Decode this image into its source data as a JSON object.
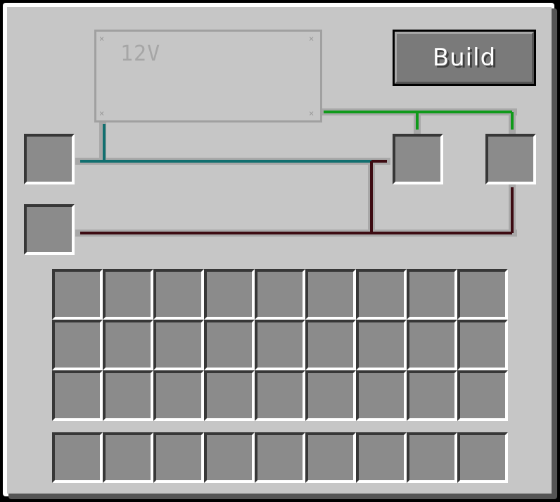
{
  "component": {
    "label": "12V",
    "corner_glyph": "×"
  },
  "build_button": {
    "label": "Build"
  },
  "colors": {
    "panel": "#c6c6c6",
    "slot": "#8b8b8b",
    "wire_teal": "#116f6f",
    "wire_green": "#0f9a1a",
    "wire_maroon": "#3d0b12",
    "wire_track": "#a8a8a8"
  },
  "inventory": {
    "rows": 3,
    "columns": 9
  },
  "hotbar": {
    "columns": 9
  }
}
